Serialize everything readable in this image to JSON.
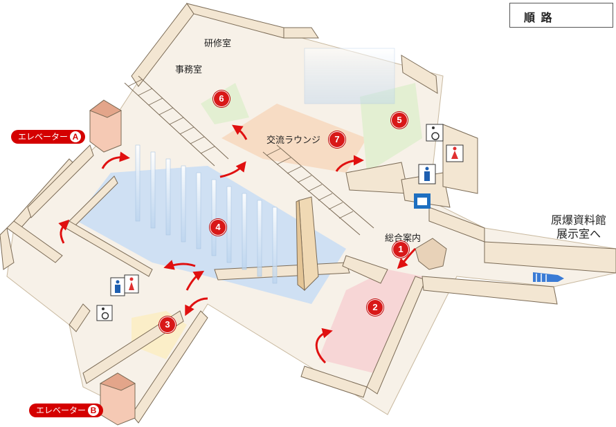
{
  "legend": {
    "label": "順 路",
    "arrow_color": "#e01010"
  },
  "elevators": {
    "a": {
      "label": "エレベーター",
      "letter": "A"
    },
    "b": {
      "label": "エレベーター",
      "letter": "B"
    }
  },
  "rooms": {
    "training": "研修室",
    "office": "事務室",
    "lounge": "交流ラウンジ",
    "info": "総合案内"
  },
  "exit_label": {
    "line1": "原爆資料館",
    "line2": "展示室へ"
  },
  "stops": [
    "1",
    "2",
    "3",
    "4",
    "5",
    "6",
    "7"
  ],
  "icons": [
    "wheelchair-icon",
    "male-toilet-icon",
    "female-toilet-icon",
    "baby-care-icon"
  ],
  "colors": {
    "route": "#e01010",
    "wall": "#f3e6d2",
    "floor_blue": "#cfe0f3",
    "floor_pink": "#f7d6d6",
    "floor_peach": "#f7dcc4",
    "floor_green": "#e3efd2",
    "floor_yellow": "#fbeec8"
  }
}
